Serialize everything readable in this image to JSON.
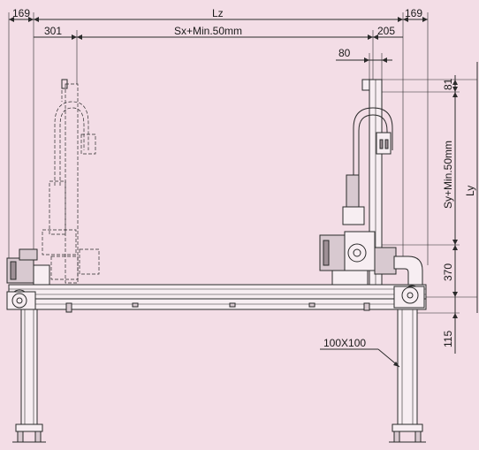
{
  "dimensions": {
    "left_end": "169",
    "right_end": "169",
    "overall_length": "Lz",
    "left_offset": "301",
    "stroke_x": "Sx+Min.50mm",
    "right_offset": "205",
    "column_width": "80",
    "top_height": "81",
    "stroke_y": "Sy+Min.50mm",
    "overall_height": "Ly",
    "base_height": "370",
    "beam_height": "115",
    "post_section": "100X100"
  },
  "colors": {
    "background": "#f3dde6",
    "line": "#2a2a2a"
  }
}
